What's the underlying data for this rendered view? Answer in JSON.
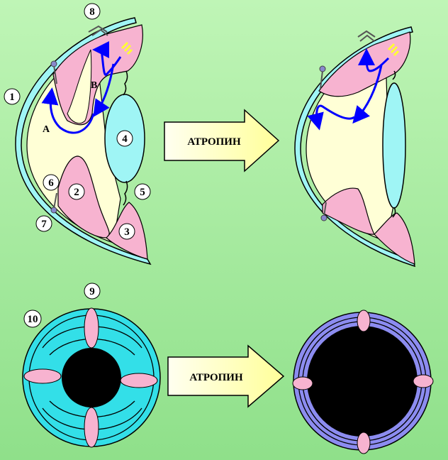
{
  "top_row": {
    "drug_label": "АТРОПИН",
    "callouts": {
      "n1": "1",
      "n2": "2",
      "n3": "3",
      "n4": "4",
      "n5": "5",
      "n6": "6",
      "n7": "7",
      "n8": "8"
    },
    "flow_labels": {
      "a": "А",
      "b": "В"
    }
  },
  "bottom_row": {
    "drug_label": "АТРОПИН",
    "callouts": {
      "n9": "9",
      "n10": "10"
    }
  },
  "colors": {
    "background_top": "#b9f5b0",
    "background_bottom": "#8fe08a",
    "aqueous": "#ffffd6",
    "ciliary_pink": "#f7b3d0",
    "lens": "#9ff5f5",
    "cornea": "#9ff5f5",
    "flow_arrow": "#0000ff",
    "source_yellow": "#ffff33",
    "iris_before": "#33dfe8",
    "iris_after": "#8c8cf0",
    "pupil": "#000000",
    "drug_arrow": "#ffffcc"
  },
  "icons": [
    "flow-arrow-icon",
    "drug-arrow-icon",
    "aqueous-source-icon"
  ]
}
